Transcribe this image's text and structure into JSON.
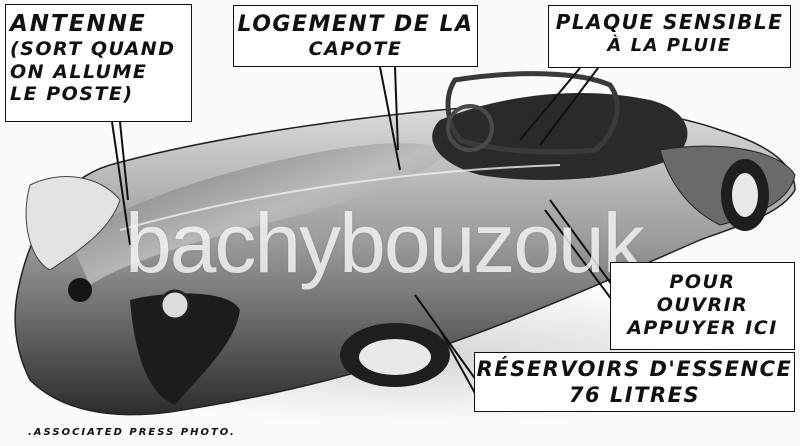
{
  "callouts": {
    "antenne": {
      "line1": "ANTENNE",
      "line2": "(SORT QUAND",
      "line3": "ON ALLUME",
      "line4": "LE POSTE)"
    },
    "capote": {
      "line1": "LOGEMENT DE LA",
      "line2": "CAPOTE"
    },
    "plaque": {
      "line1": "PLAQUE SENSIBLE",
      "line2": "À LA PLUIE"
    },
    "pour": {
      "line1": "POUR",
      "line2": "OUVRIR",
      "line3": "APPUYER ICI"
    },
    "reservoirs": {
      "line1": "RÉSERVOIRS D'ESSENCE",
      "line2": "76 LITRES"
    }
  },
  "credit": ".ASSOCIATED PRESS PHOTO.",
  "watermark": "bachybouzouk",
  "colors": {
    "paper": "#fbfbfb",
    "ink": "#111111",
    "car_body_light": "#cfcfcf",
    "car_body_dark": "#3a3a3a"
  }
}
